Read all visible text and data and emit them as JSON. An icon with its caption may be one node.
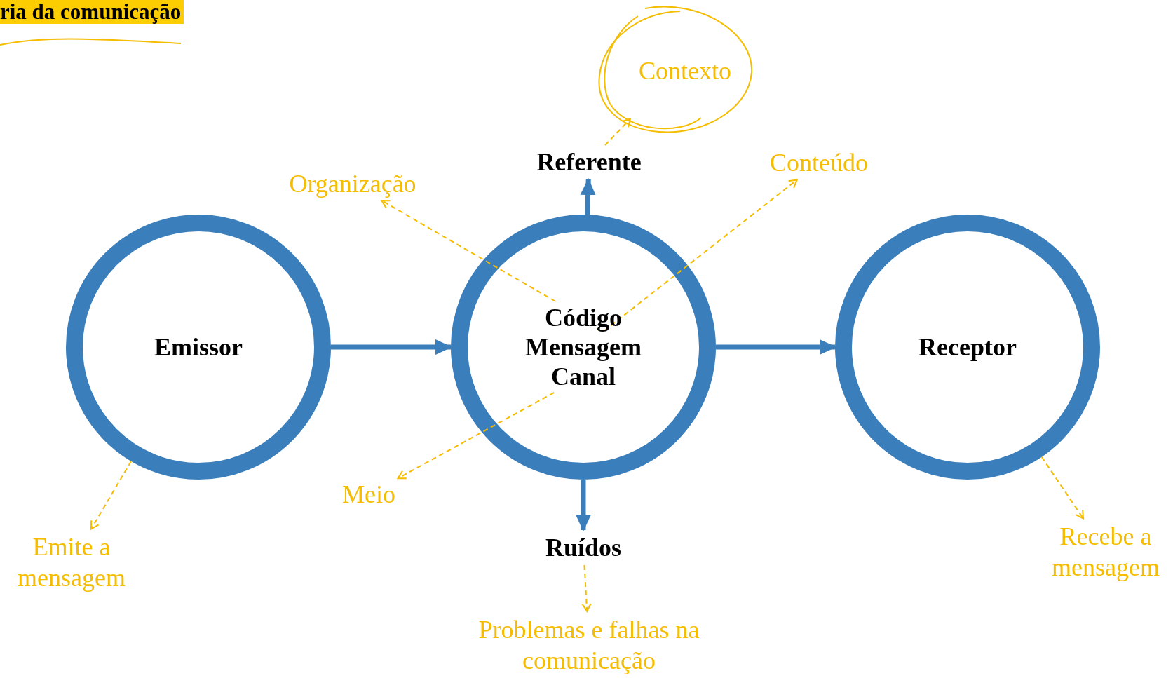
{
  "diagram": {
    "title": "ria da comunicação",
    "nodes": [
      {
        "text": [
          "Emissor"
        ]
      },
      {
        "text": [],
        "shape": "circle"
      },
      {
        "text": [
          "Código"
        ],
        "in": 1
      },
      {
        "text": [
          "Mensagem"
        ],
        "in": 1
      },
      {
        "text": [
          "Canal"
        ],
        "in": 1
      },
      {
        "text": [
          "Receptor"
        ]
      },
      {
        "text": [
          "Referente"
        ]
      },
      {
        "text": [
          "Ruídos"
        ]
      },
      {
        "text": [
          "Contexto"
        ]
      },
      {
        "text": [
          "Organização"
        ]
      },
      {
        "text": [
          "Conteúdo"
        ]
      },
      {
        "text": [
          "Meio"
        ]
      },
      {
        "text": [
          "Emite a mensagem"
        ]
      },
      {
        "text": [
          "Recebe a mensagem"
        ]
      },
      {
        "text": [
          "Problemas e falhas na comunicação"
        ]
      }
    ],
    "edges": [
      {
        "from": 0,
        "to": 1,
        "arrow": "to",
        "style": "thick",
        "color": "#3a7ebb"
      },
      {
        "from": 1,
        "to": 5,
        "arrow": "to",
        "style": "thick",
        "color": "#3a7ebb"
      },
      {
        "from": 1,
        "to": 6,
        "arrow": "to",
        "style": "thick",
        "color": "#3a7ebb"
      },
      {
        "from": 1,
        "to": 7,
        "arrow": "to",
        "style": "thick",
        "color": "#3a7ebb"
      },
      {
        "from": 6,
        "to": 8,
        "arrow": "to",
        "style": "dashed"
      },
      {
        "from": 2,
        "to": 9,
        "arrow": "to",
        "style": "dashed"
      },
      {
        "from": 3,
        "to": 10,
        "arrow": "to",
        "style": "dashed"
      },
      {
        "from": 4,
        "to": 11,
        "arrow": "to",
        "style": "dashed"
      },
      {
        "from": 0,
        "to": 12,
        "arrow": "to",
        "style": "dashed"
      },
      {
        "from": 5,
        "to": 13,
        "arrow": "to",
        "style": "dashed"
      },
      {
        "from": 7,
        "to": 14,
        "arrow": "to",
        "style": "dashed"
      }
    ]
  }
}
